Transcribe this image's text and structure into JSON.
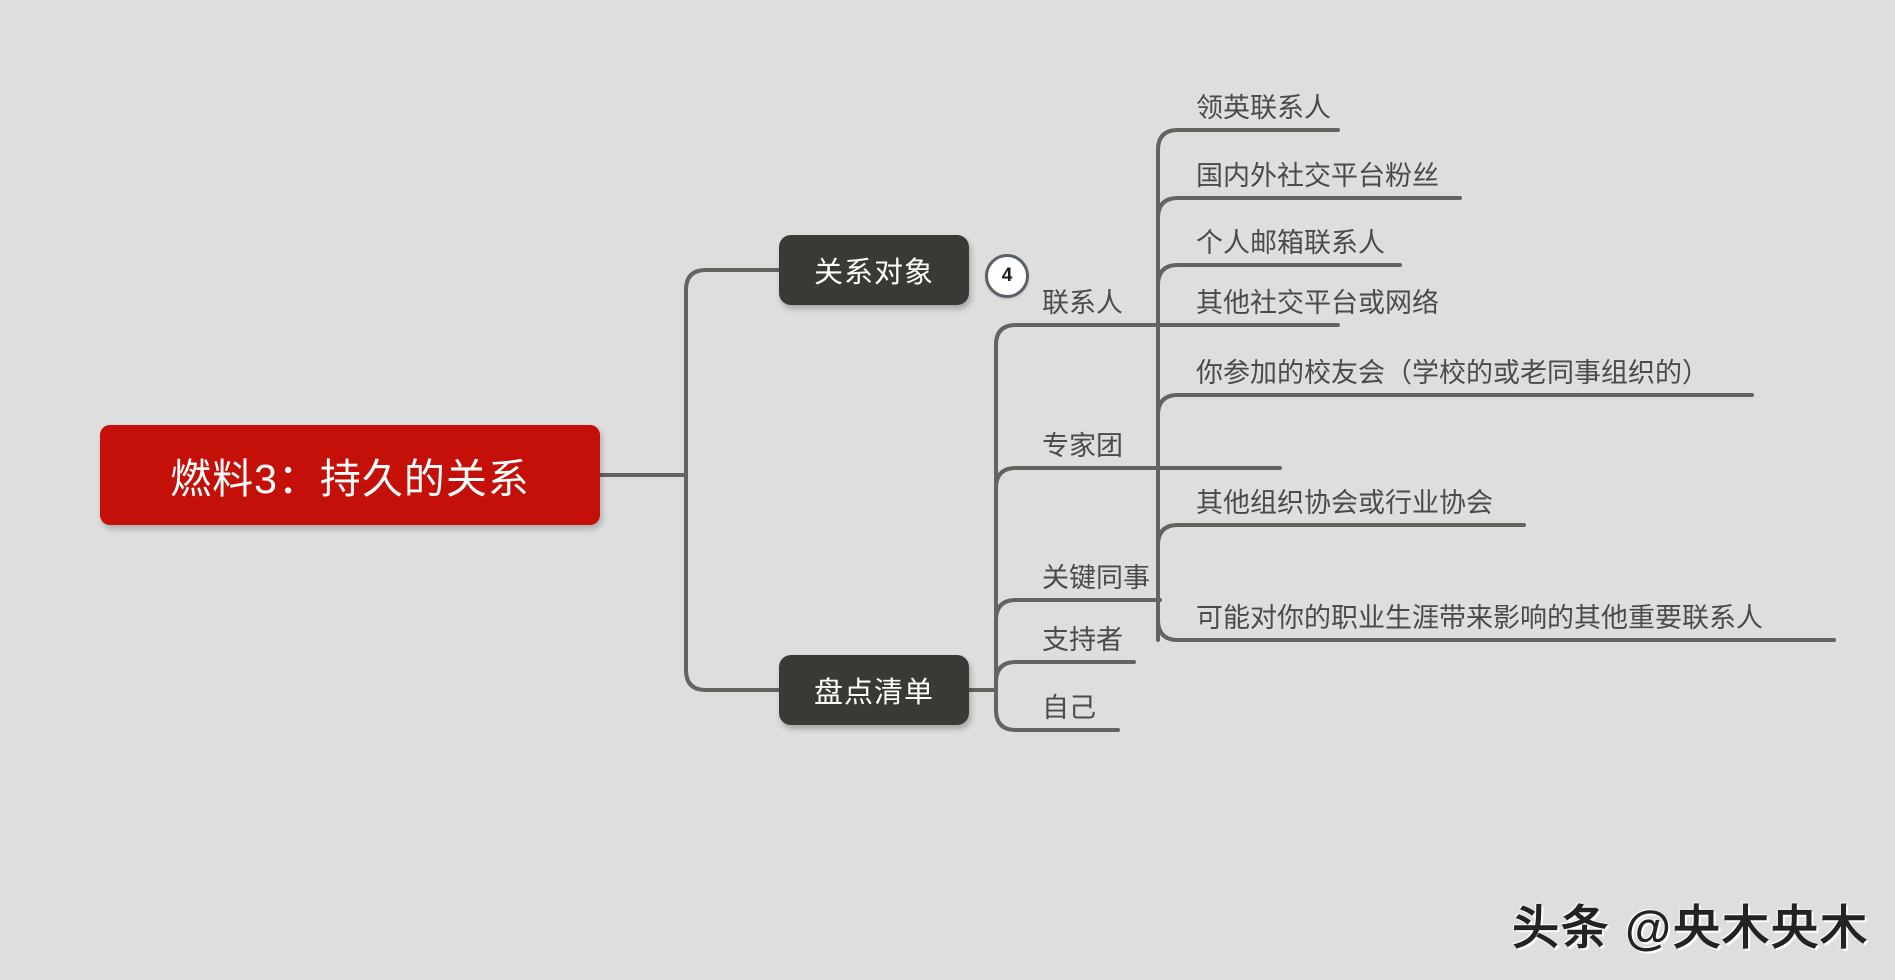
{
  "diagram": {
    "type": "mindmap",
    "background_color": "#dedede",
    "root": {
      "label": "燃料3：持久的关系",
      "color": "#c41008",
      "text_color": "#ffffff"
    },
    "branches": [
      {
        "id": "relationship-target",
        "label": "关系对象",
        "badge": "4",
        "color": "#3a3a35",
        "text_color": "#ffffff"
      },
      {
        "id": "inventory-list",
        "label": "盘点清单",
        "badge": "",
        "color": "#3a3a35",
        "text_color": "#ffffff"
      }
    ],
    "mid_nodes": [
      {
        "id": "contacts",
        "label": "联系人"
      },
      {
        "id": "expert-group",
        "label": "专家团"
      },
      {
        "id": "key-colleagues",
        "label": "关键同事"
      },
      {
        "id": "supporters",
        "label": "支持者"
      },
      {
        "id": "self",
        "label": "自己"
      }
    ],
    "leaf_nodes": [
      {
        "id": "linkedin-contacts",
        "parent": "contacts",
        "label": "领英联系人"
      },
      {
        "id": "social-platform-followers",
        "parent": "contacts",
        "label": "国内外社交平台粉丝"
      },
      {
        "id": "personal-email-contacts",
        "parent": "contacts",
        "label": "个人邮箱联系人"
      },
      {
        "id": "other-social-networks",
        "parent": "contacts",
        "label": "其他社交平台或网络"
      },
      {
        "id": "alumni-association",
        "parent": "expert-group",
        "label": "你参加的校友会（学校的或老同事组织的）"
      },
      {
        "id": "other-associations",
        "parent": "expert-group",
        "label": "其他组织协会或行业协会"
      },
      {
        "id": "other-key-contacts",
        "parent": "expert-group",
        "label": "可能对你的职业生涯带来影响的其他重要联系人"
      }
    ],
    "line_color": "#63635f"
  },
  "watermark": {
    "text": "头条 @央木央木"
  }
}
